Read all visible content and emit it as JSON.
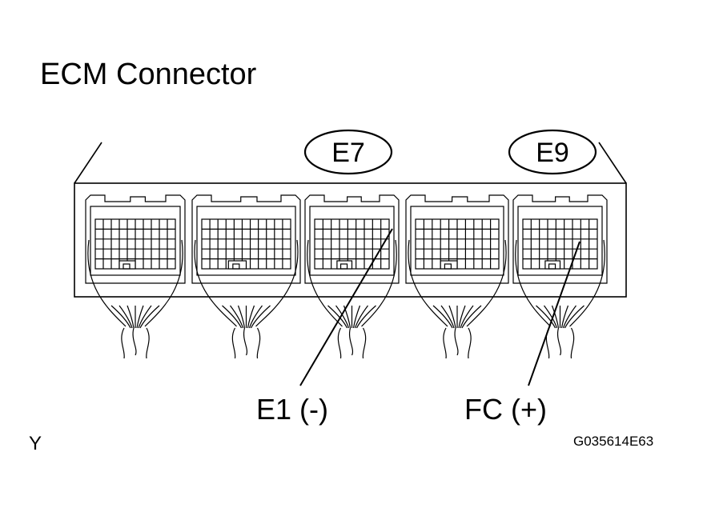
{
  "title": "ECM Connector",
  "connector_tags": [
    {
      "id": "E7",
      "text": "E7"
    },
    {
      "id": "E9",
      "text": "E9"
    }
  ],
  "terminal_labels": {
    "e1": "E1 (-)",
    "fc": "FC (+)"
  },
  "corner_mark": "Y",
  "figure_id": "G035614E63",
  "colors": {
    "ink": "#000000",
    "paper": "#ffffff"
  }
}
